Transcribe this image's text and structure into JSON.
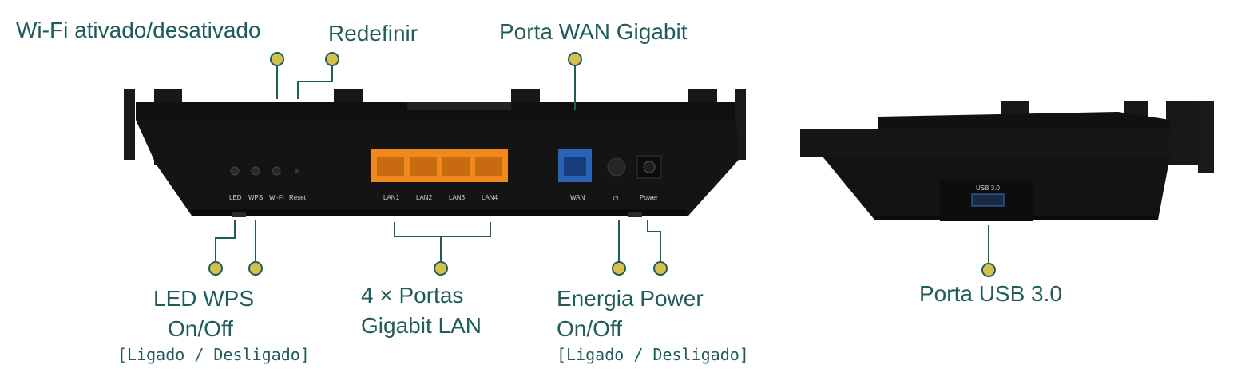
{
  "callouts": {
    "wifi": "Wi-Fi ativado/desativado",
    "reset": "Redefinir",
    "wan": "Porta WAN Gigabit",
    "led_wps_line1": "LED WPS",
    "led_wps_line2": "On/Off",
    "led_wps_sub": "[Ligado / Desligado]",
    "lan_line1": "4 × Portas",
    "lan_line2": "Gigabit LAN",
    "power_line1": "Energia Power",
    "power_line2": "On/Off",
    "power_sub": "[Ligado / Desligado]",
    "usb": "Porta USB 3.0"
  },
  "device_labels": {
    "led": "LED",
    "wps": "WPS",
    "wifi": "Wi-Fi",
    "reset": "Reset",
    "lan1": "LAN1",
    "lan2": "LAN2",
    "lan3": "LAN3",
    "lan4": "LAN4",
    "wan": "WAN",
    "power_symbol": "⏻",
    "power": "Power",
    "usb": "USB 3.0"
  },
  "colors": {
    "text": "#1f5c5a",
    "dot": "#d4c04a",
    "lan_port": "#f08a1c",
    "wan_port": "#2a62b8",
    "router_body": "#141414"
  }
}
